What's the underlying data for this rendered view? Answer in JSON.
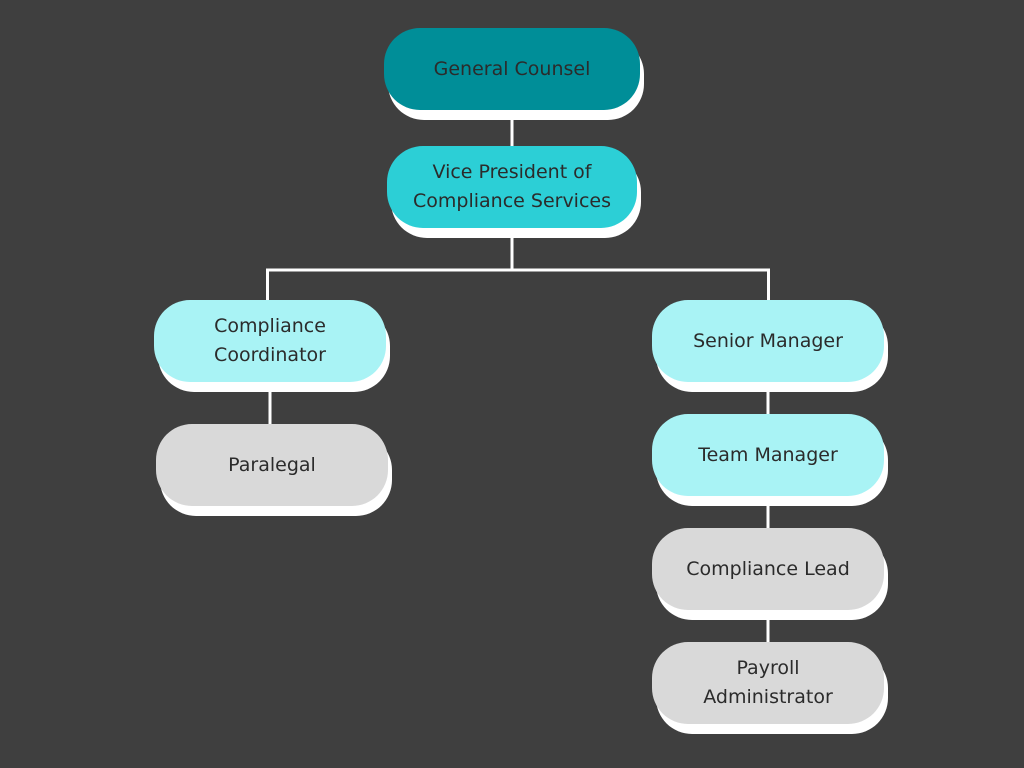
{
  "colors": {
    "background": "#3f3f3f",
    "connector": "#ffffff",
    "shadow": "#ffffff",
    "text": "#2b2b2b",
    "level_1": "#008e98",
    "level_2": "#2ccfd6",
    "level_3": "#a9f3f5",
    "level_4": "#d9d9d9"
  },
  "nodes": [
    {
      "id": "general-counsel",
      "label": "General Counsel",
      "color": "#008e98"
    },
    {
      "id": "vp",
      "label": "Vice President of\nCompliance Services",
      "color": "#2ccfd6"
    },
    {
      "id": "compliance-coordinator",
      "label": "Compliance\nCoordinator",
      "color": "#a9f3f5"
    },
    {
      "id": "paralegal",
      "label": "Paralegal",
      "color": "#d9d9d9"
    },
    {
      "id": "senior-manager",
      "label": "Senior Manager",
      "color": "#a9f3f5"
    },
    {
      "id": "team-manager",
      "label": "Team Manager",
      "color": "#a9f3f5"
    },
    {
      "id": "compliance-lead",
      "label": "Compliance Lead",
      "color": "#d9d9d9"
    },
    {
      "id": "payroll-administrator",
      "label": "Payroll\nAdministrator",
      "color": "#d9d9d9"
    }
  ],
  "edges": [
    {
      "from": "general-counsel",
      "to": "vp"
    },
    {
      "from": "vp",
      "to": "compliance-coordinator"
    },
    {
      "from": "vp",
      "to": "senior-manager"
    },
    {
      "from": "compliance-coordinator",
      "to": "paralegal"
    },
    {
      "from": "senior-manager",
      "to": "team-manager"
    },
    {
      "from": "team-manager",
      "to": "compliance-lead"
    },
    {
      "from": "compliance-lead",
      "to": "payroll-administrator"
    }
  ]
}
